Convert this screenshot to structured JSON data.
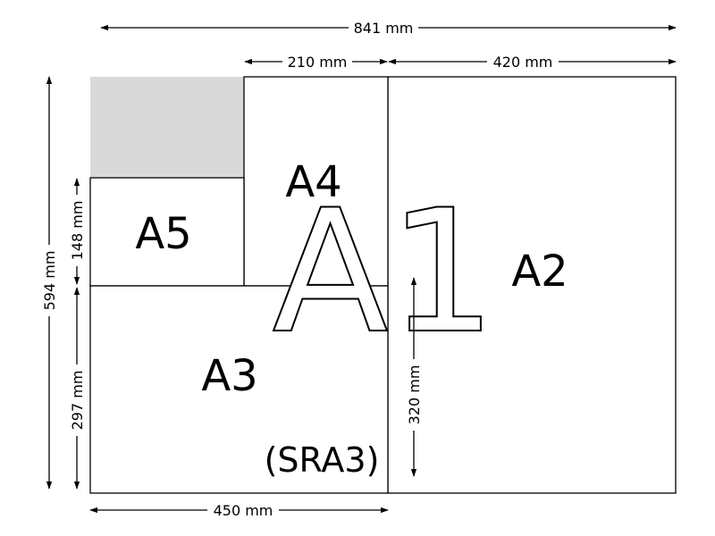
{
  "paper_sizes": {
    "a1": "A1",
    "a2": "A2",
    "a3": "A3",
    "a4": "A4",
    "a5": "A5",
    "sra3": "(SRA3)"
  },
  "dimensions": {
    "total_width": "841 mm",
    "a4_width": "210 mm",
    "a2_width": "420 mm",
    "total_height": "594 mm",
    "a5_height": "148 mm",
    "a3_height": "297 mm",
    "sra3_width": "450 mm",
    "sra3_height": "320 mm"
  },
  "colors": {
    "shaded_area": "#d9d9d9",
    "lines": "#000000"
  }
}
